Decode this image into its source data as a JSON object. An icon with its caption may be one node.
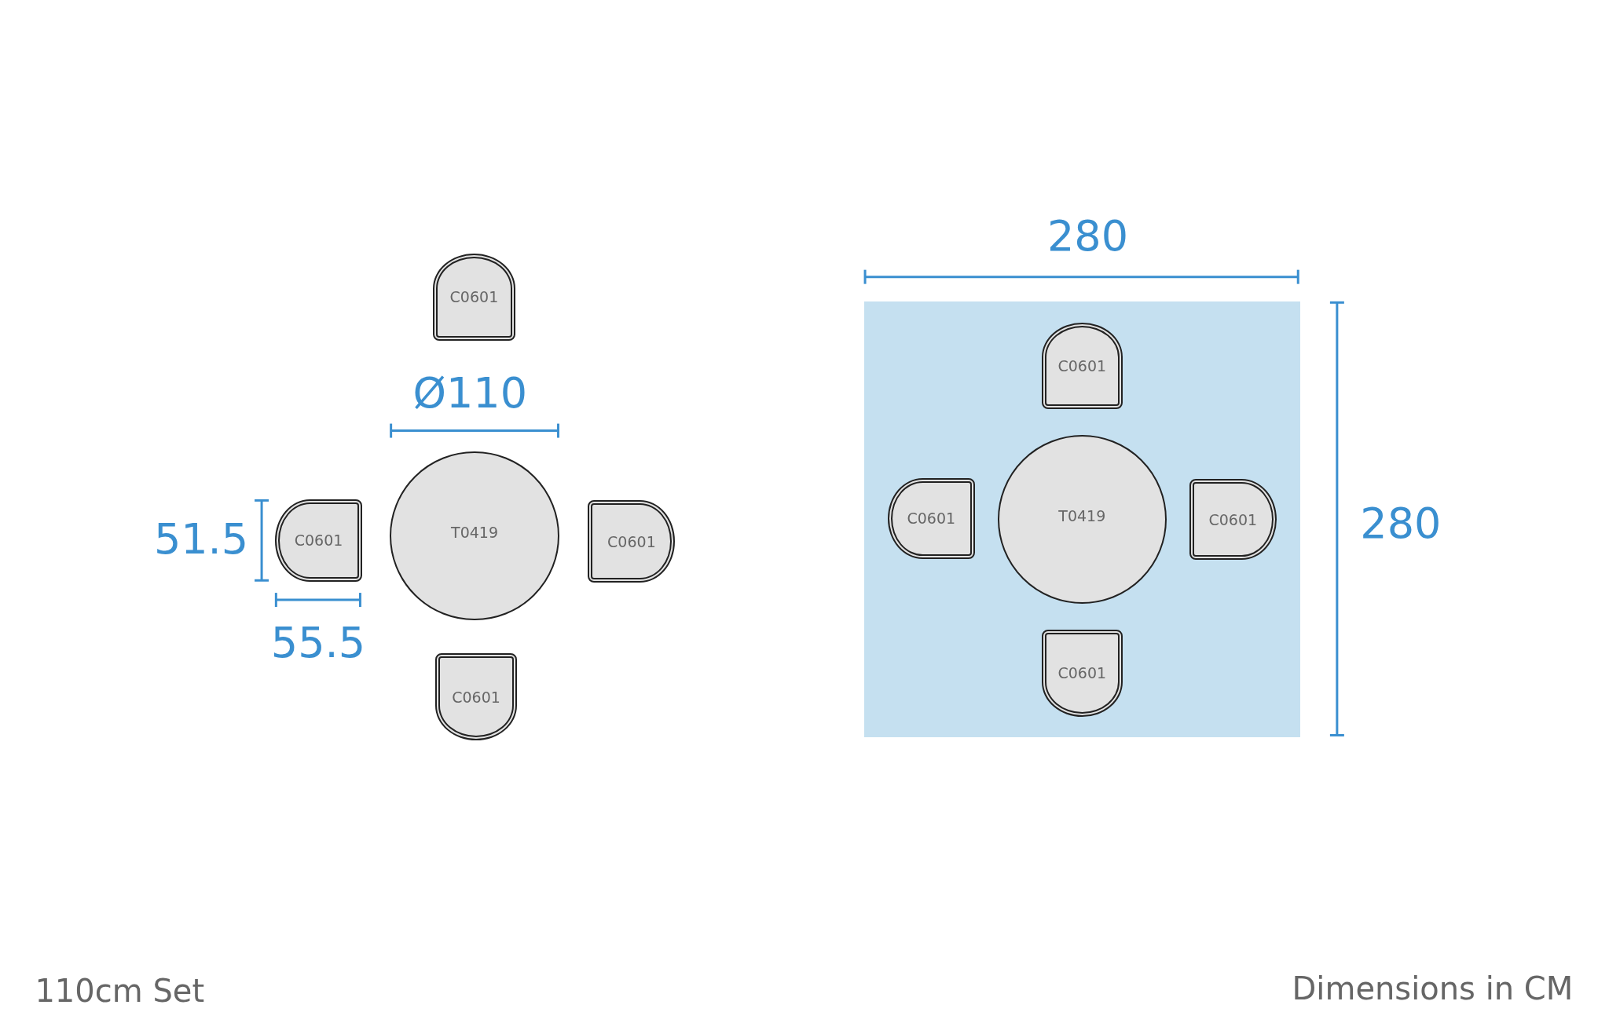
{
  "diagram": {
    "caption": "110cm Set",
    "nodes": [
      {
        "text": [
          "C0601"
        ]
      },
      {
        "text": [
          "C0601"
        ]
      },
      {
        "text": [
          "T0419"
        ]
      },
      {
        "text": [
          "C0601"
        ]
      },
      {
        "text": [
          "C0601"
        ]
      },
      {
        "text": [],
        "shape": "box"
      },
      {
        "text": [
          "C0601"
        ],
        "in": 5
      },
      {
        "text": [
          "C0601"
        ],
        "in": 5
      },
      {
        "text": [
          "T0419"
        ],
        "in": 5
      },
      {
        "text": [
          "C0601"
        ],
        "in": 5
      },
      {
        "text": [
          "C0601"
        ],
        "in": 5
      }
    ],
    "edges": [],
    "labels": [
      "280",
      "Ø110",
      "280",
      "51.5",
      "55.5",
      "Dimensions in CM"
    ]
  }
}
